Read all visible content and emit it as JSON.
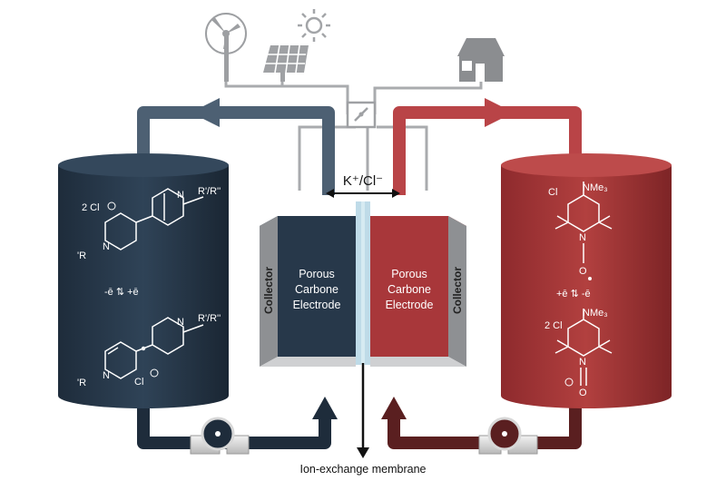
{
  "cell": {
    "left_electrode": [
      "Porous",
      "Carbone",
      "Electrode"
    ],
    "right_electrode": [
      "Porous",
      "Carbone",
      "Electrode"
    ],
    "left_collector": "Collector",
    "right_collector": "Collector",
    "ion_label": "K⁺/Cl⁻",
    "membrane_label": "Ion-exchange membrane"
  },
  "anolyte": {
    "counter_ion_top": "2 Cl",
    "substituent_top_right": "R'/R''",
    "substituent_top_left": "'R",
    "reaction": "-ē  ⇅  +ē",
    "substituent_bottom_right": "R'/R''",
    "substituent_bottom_left": "'R",
    "counter_ion_bottom": "Cl",
    "n_label": "N"
  },
  "catholyte": {
    "counter_ion_top": "Cl",
    "group_top": "NMe₃",
    "reaction": "+ē  ⇅  -ē",
    "counter_ion_bottom": "2 Cl",
    "group_bottom": "NMe₃",
    "n_label": "N",
    "o_label": "O"
  },
  "colors": {
    "navy": "#27384a",
    "red": "#a8373a",
    "dark_red": "#5a1f20",
    "gray": "#a7a9ab",
    "membrane": "#bfdbe8"
  },
  "icons": [
    "wind-turbine-icon",
    "sun-icon",
    "solar-panel-icon",
    "house-icon",
    "switch-icon",
    "pump-icon"
  ]
}
